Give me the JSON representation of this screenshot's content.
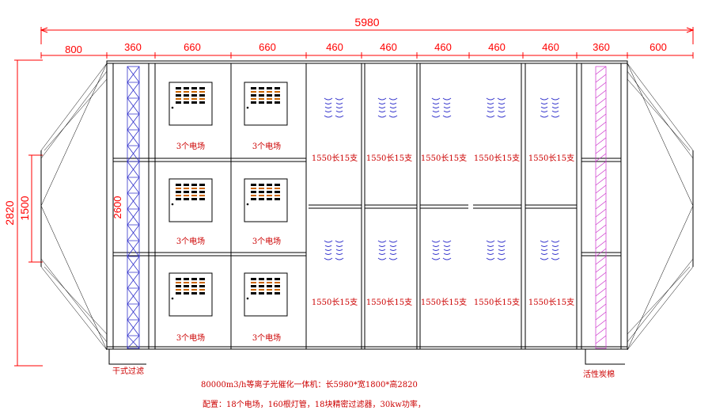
{
  "dimensions": {
    "total_width": "5980",
    "segments": [
      "800",
      "360",
      "660",
      "660",
      "460",
      "460",
      "460",
      "460",
      "460",
      "360",
      "600"
    ],
    "total_height": "2820",
    "inlet_height": "1500",
    "inner_height": "2600"
  },
  "labels": {
    "electric_field": "3个电场",
    "lamp_tubes": "1550长15支",
    "prefilter": "干式过滤",
    "activated_carbon": "活性炭棉"
  },
  "notes": {
    "title": "80000m3/h等离子光催化一体机：长5980*宽1800*高2820",
    "config": "配置：18个电场，160根灯管，18块精密过滤器，30kw功率，"
  },
  "colors": {
    "dimension": "#ff0000",
    "label": "#cc0000",
    "lamp": "#3333cc",
    "prefilter": "#3333cc",
    "carbon": "#cc33cc"
  }
}
